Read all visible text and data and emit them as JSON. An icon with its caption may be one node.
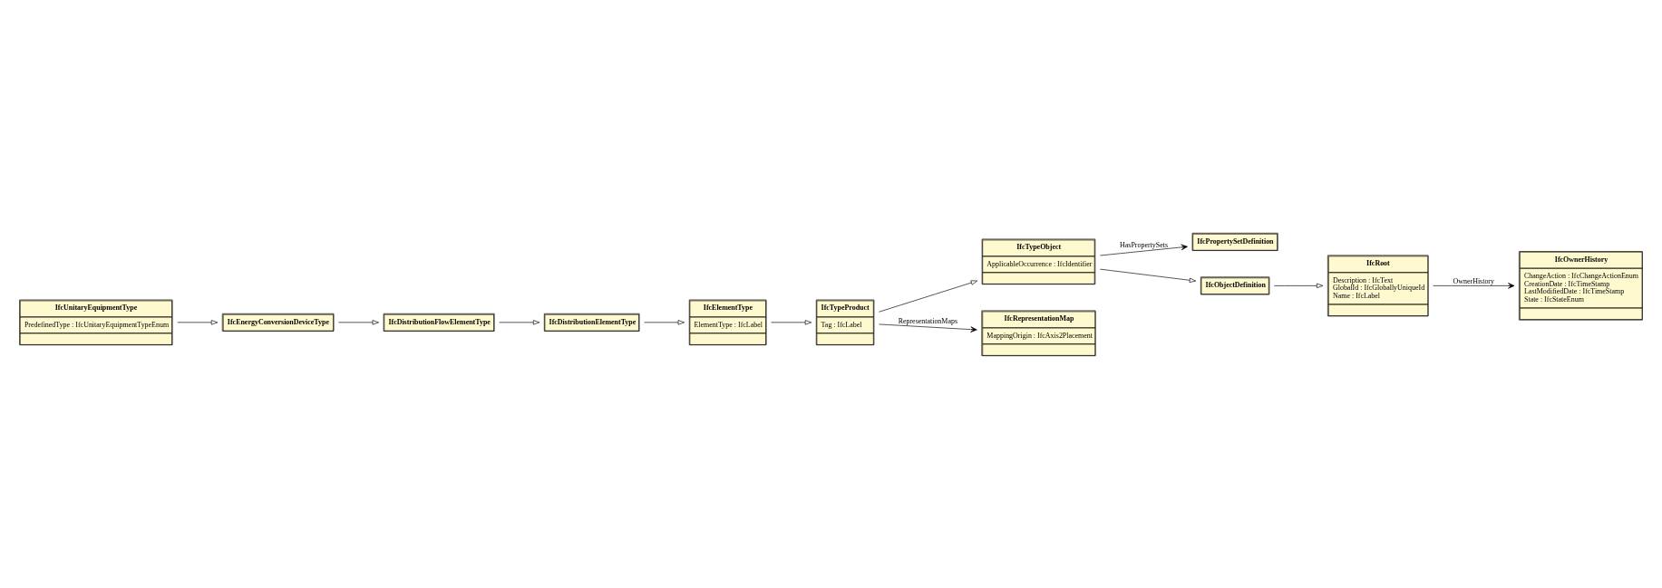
{
  "diagram": {
    "nodes": [
      {
        "text": [
          "IfcUnitaryEquipmentType",
          "PredefinedType : IfcUnitaryEquipmentTypeEnum"
        ]
      },
      {
        "text": [
          "IfcEnergyConversionDeviceType"
        ]
      },
      {
        "text": [
          "IfcDistributionElementType"
        ]
      },
      {
        "text": [
          "IfcDistributionFlowElementType"
        ]
      },
      {
        "text": [
          "IfcOwnerHistory",
          "ChangeAction : IfcChangeActionEnum",
          "CreationDate : IfcTimeStamp",
          "LastModifiedDate : IfcTimeStamp",
          "State : IfcStateEnum"
        ]
      },
      {
        "text": [
          "IfcElementType",
          "ElementType : IfcLabel"
        ]
      },
      {
        "text": [
          "IfcTypeObject",
          "ApplicableOccurrence : IfcIdentifier"
        ]
      },
      {
        "text": [
          "IfcPropertySetDefinition"
        ]
      },
      {
        "text": [
          "IfcRoot",
          "Description : IfcText",
          "GlobalId : IfcGloballyUniqueId",
          "Name : IfcLabel"
        ]
      },
      {
        "text": [
          "IfcTypeProduct",
          "Tag : IfcLabel"
        ]
      },
      {
        "text": [
          "IfcRepresentationMap",
          "MappingOrigin : IfcAxis2Placement"
        ]
      },
      {
        "text": [
          "IfcObjectDefinition"
        ]
      }
    ],
    "edges": [
      {
        "from": 0,
        "to": 1,
        "arrow": "to"
      },
      {
        "from": 1,
        "to": 3,
        "arrow": "to"
      },
      {
        "from": 3,
        "to": 2,
        "arrow": "to"
      },
      {
        "from": 2,
        "to": 5,
        "arrow": "to"
      },
      {
        "from": 5,
        "to": 9,
        "arrow": "to"
      },
      {
        "from": 9,
        "to": 6,
        "arrow": "to"
      },
      {
        "from": 6,
        "to": 7,
        "arrow": "to",
        "label": "HasPropertySets"
      },
      {
        "from": 9,
        "to": 10,
        "arrow": "to",
        "label": "RepresentationMaps"
      },
      {
        "from": 6,
        "to": 11,
        "arrow": "to"
      },
      {
        "from": 11,
        "to": 8,
        "arrow": "to"
      },
      {
        "from": 8,
        "to": 4,
        "arrow": "to",
        "label": "OwnerHistory"
      }
    ]
  }
}
